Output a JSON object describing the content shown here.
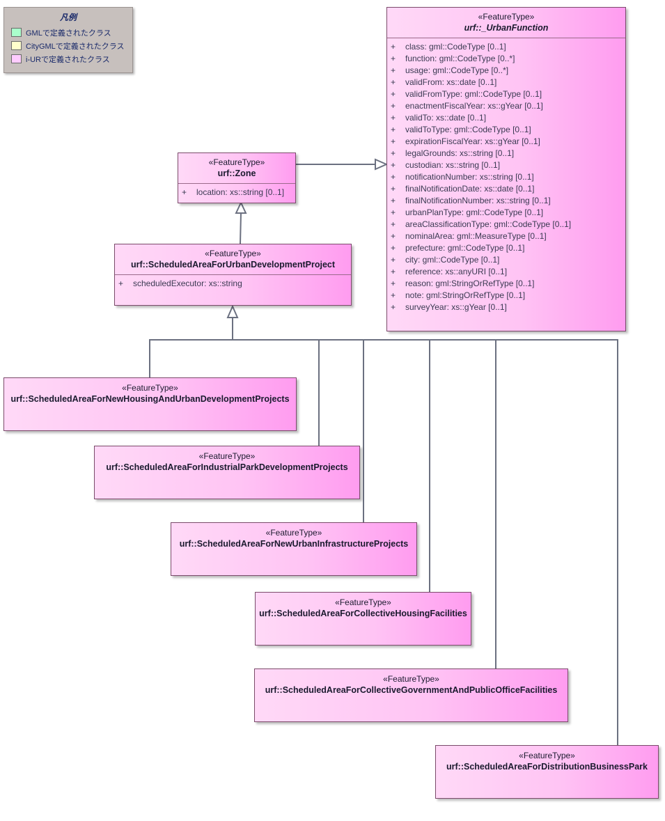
{
  "legend": {
    "title": "凡例",
    "items": [
      {
        "label": "GMLで定義されたクラス",
        "color": "#aaffcc"
      },
      {
        "label": "CityGMLで定義されたクラス",
        "color": "#ffffcc"
      },
      {
        "label": "i-URで定義されたクラス",
        "color": "#ffccff"
      }
    ]
  },
  "urban_function": {
    "stereotype": "«FeatureType»",
    "name": "urf::_UrbanFunction",
    "attributes": [
      {
        "vis": "+",
        "text": "class: gml::CodeType [0..1]"
      },
      {
        "vis": "+",
        "text": "function: gml::CodeType [0..*]"
      },
      {
        "vis": "+",
        "text": "usage: gml::CodeType [0..*]"
      },
      {
        "vis": "+",
        "text": "validFrom: xs::date [0..1]"
      },
      {
        "vis": "+",
        "text": "validFromType: gml::CodeType [0..1]"
      },
      {
        "vis": "+",
        "text": "enactmentFiscalYear: xs::gYear [0..1]"
      },
      {
        "vis": "+",
        "text": "validTo: xs::date [0..1]"
      },
      {
        "vis": "+",
        "text": "validToType: gml::CodeType [0..1]"
      },
      {
        "vis": "+",
        "text": "expirationFiscalYear: xs::gYear [0..1]"
      },
      {
        "vis": "+",
        "text": "legalGrounds: xs::string [0..1]"
      },
      {
        "vis": "+",
        "text": "custodian: xs::string [0..1]"
      },
      {
        "vis": "+",
        "text": "notificationNumber: xs::string [0..1]"
      },
      {
        "vis": "+",
        "text": "finalNotificationDate: xs::date [0..1]"
      },
      {
        "vis": "+",
        "text": "finalNotificationNumber: xs::string [0..1]"
      },
      {
        "vis": "+",
        "text": "urbanPlanType: gml::CodeType [0..1]"
      },
      {
        "vis": "+",
        "text": "areaClassificationType: gml::CodeType [0..1]"
      },
      {
        "vis": "+",
        "text": "nominalArea: gml::MeasureType [0..1]"
      },
      {
        "vis": "+",
        "text": "prefecture: gml::CodeType [0..1]"
      },
      {
        "vis": "+",
        "text": "city: gml::CodeType [0..1]"
      },
      {
        "vis": "+",
        "text": "reference: xs::anyURI [0..1]"
      },
      {
        "vis": "+",
        "text": "reason: gml:StringOrRefType [0..1]"
      },
      {
        "vis": "+",
        "text": "note: gml:StringOrRefType [0..1]"
      },
      {
        "vis": "+",
        "text": "surveyYear: xs::gYear [0..1]"
      }
    ]
  },
  "zone": {
    "stereotype": "«FeatureType»",
    "name": "urf::Zone",
    "attributes": [
      {
        "vis": "+",
        "text": "location: xs::string [0..1]"
      }
    ]
  },
  "urban_dev_project": {
    "stereotype": "«FeatureType»",
    "name": "urf::ScheduledAreaForUrbanDevelopmentProject",
    "attributes": [
      {
        "vis": "+",
        "text": "scheduledExecutor: xs::string"
      }
    ]
  },
  "subclasses": [
    {
      "stereotype": "«FeatureType»",
      "name": "urf::ScheduledAreaForNewHousingAndUrbanDevelopmentProjects"
    },
    {
      "stereotype": "«FeatureType»",
      "name": "urf::ScheduledAreaForIndustrialParkDevelopmentProjects"
    },
    {
      "stereotype": "«FeatureType»",
      "name": "urf::ScheduledAreaForNewUrbanInfrastructureProjects"
    },
    {
      "stereotype": "«FeatureType»",
      "name": "urf::ScheduledAreaForCollectiveHousingFacilities"
    },
    {
      "stereotype": "«FeatureType»",
      "name": "urf::ScheduledAreaForCollectiveGovernmentAndPublicOfficeFacilities"
    },
    {
      "stereotype": "«FeatureType»",
      "name": "urf::ScheduledAreaForDistributionBusinessPark"
    }
  ]
}
